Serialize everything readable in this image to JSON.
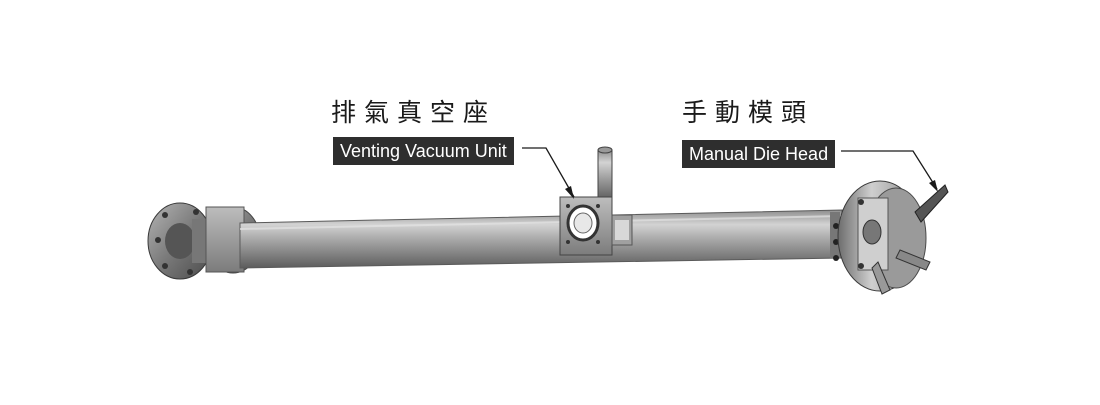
{
  "labels": {
    "venting": {
      "chinese": "排氣真空座",
      "english": "Venting Vacuum Unit"
    },
    "die_head": {
      "chinese": "手動模頭",
      "english": "Manual Die Head"
    }
  }
}
